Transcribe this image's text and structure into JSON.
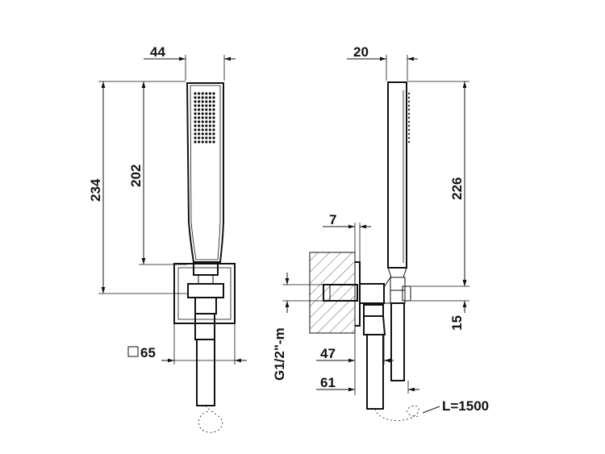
{
  "dimensions": {
    "front_width": "44",
    "front_total_height": "234",
    "front_handle_height": "202",
    "front_plate_size": "65",
    "side_depth": "20",
    "side_offset": "7",
    "side_handle_height": "226",
    "side_connector": "15",
    "side_thread": "G1/2\"-m",
    "side_projection_1": "47",
    "side_projection_2": "61",
    "hose_length": "L=1500"
  }
}
